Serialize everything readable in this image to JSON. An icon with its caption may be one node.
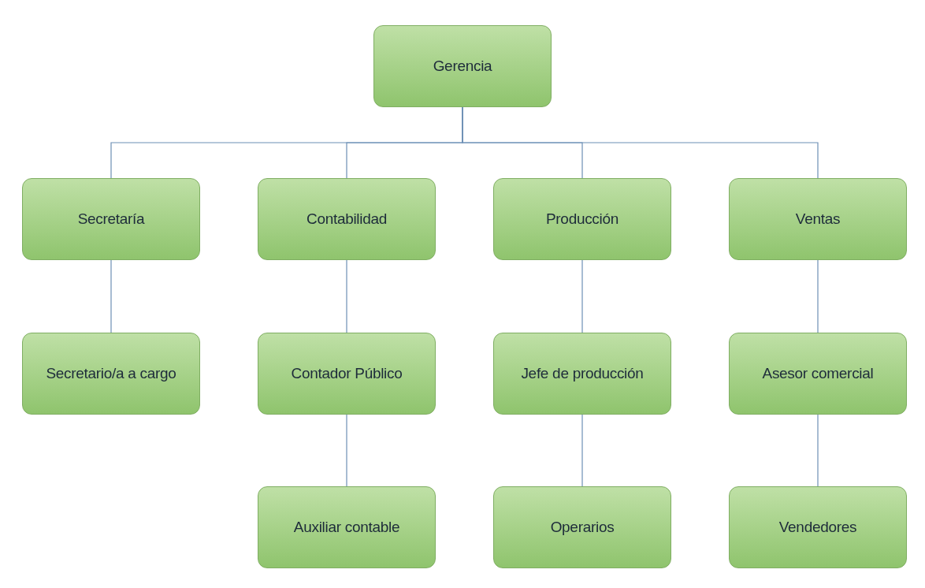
{
  "diagram": {
    "nodes": [
      {
        "text": [
          "Gerencia"
        ]
      },
      {
        "text": [
          "Secretaría"
        ]
      },
      {
        "text": [
          "Contabilidad"
        ]
      },
      {
        "text": [
          "Producción"
        ]
      },
      {
        "text": [
          "Ventas"
        ]
      },
      {
        "text": [
          "Secretario/a a cargo"
        ]
      },
      {
        "text": [
          "Contador Público"
        ]
      },
      {
        "text": [
          "Jefe de producción"
        ]
      },
      {
        "text": [
          "Asesor comercial"
        ]
      },
      {
        "text": [
          "Auxiliar contable"
        ]
      },
      {
        "text": [
          "Operarios"
        ]
      },
      {
        "text": [
          "Vendedores"
        ]
      }
    ],
    "edges": [
      {
        "from": 0,
        "to": 1,
        "arrow": "none"
      },
      {
        "from": 0,
        "to": 2,
        "arrow": "none"
      },
      {
        "from": 0,
        "to": 3,
        "arrow": "none"
      },
      {
        "from": 0,
        "to": 4,
        "arrow": "none"
      },
      {
        "from": 1,
        "to": 5,
        "arrow": "none"
      },
      {
        "from": 2,
        "to": 6,
        "arrow": "none"
      },
      {
        "from": 3,
        "to": 7,
        "arrow": "none"
      },
      {
        "from": 4,
        "to": 8,
        "arrow": "none"
      },
      {
        "from": 6,
        "to": 9,
        "arrow": "none"
      },
      {
        "from": 7,
        "to": 10,
        "arrow": "none"
      },
      {
        "from": 8,
        "to": 11,
        "arrow": "none"
      }
    ]
  }
}
